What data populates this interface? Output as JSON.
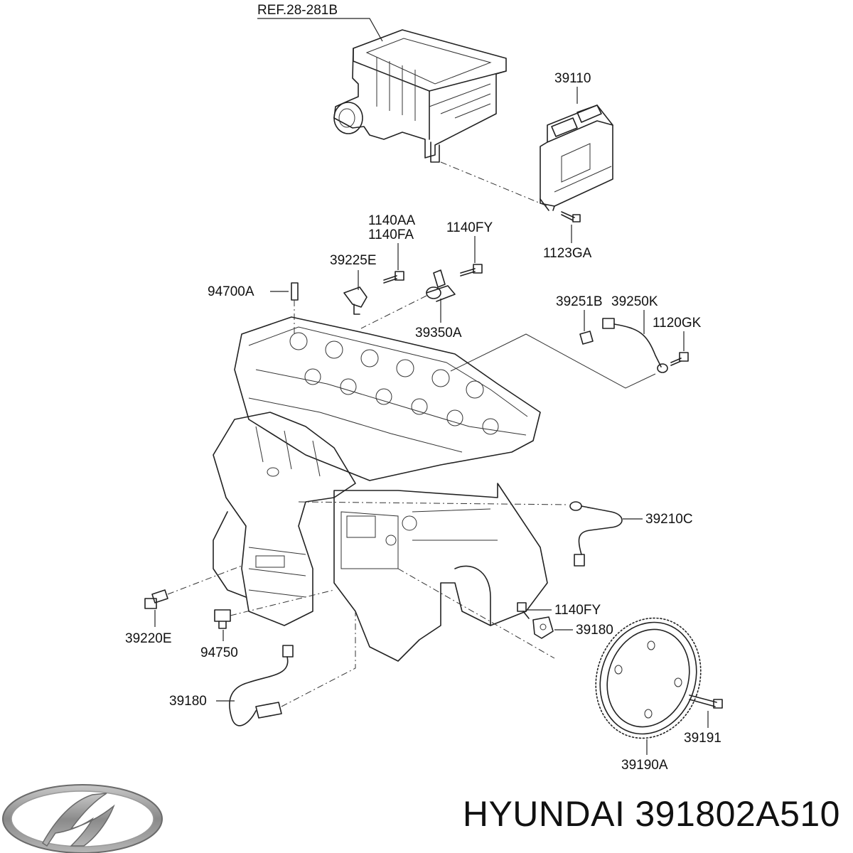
{
  "diagram": {
    "labels": {
      "ref": "REF.28-281B",
      "ecu": "39110",
      "bolt_ecu": "1123GA",
      "bolt_aa": "1140AA",
      "bolt_fa": "1140FA",
      "bolt_fy_top": "1140FY",
      "bracket": "39225E",
      "plug": "94700A",
      "cam_sensor": "39350A",
      "sensor_b": "39251B",
      "sensor_k": "39250K",
      "bolt_gk": "1120GK",
      "o2_sensor": "39210C",
      "temp_sensor": "39220E",
      "oil_switch": "94750",
      "bolt_fy_bottom": "1140FY",
      "crank_sensor_right": "39180",
      "crank_sensor_left": "39180",
      "ring_bolt": "39191",
      "target_ring": "39190A"
    }
  },
  "footer": {
    "brand": "HYUNDAI",
    "part_number": "391802A510"
  },
  "logo": {
    "name": "hyundai-logo-icon",
    "color": "#8a8a8a"
  }
}
